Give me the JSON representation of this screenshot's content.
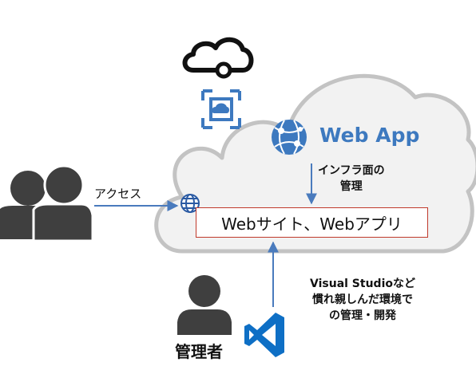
{
  "labels": {
    "access": "アクセス",
    "web_app": "Web App",
    "infra_line1": "インフラ面の",
    "infra_line2": "管理",
    "site_box": "Webサイト、Webアプリ",
    "vs_line1": "Visual Studioなど",
    "vs_line2": "慣れ親しんだ環境で",
    "vs_line3": "の管理・開発",
    "admin": "管理者"
  },
  "icons": {
    "users": "users-group-icon",
    "cloud_logo": "azure-cloud-icon",
    "service_logo": "azure-service-icon",
    "web_app_logo": "web-app-globe-icon",
    "globe": "globe-icon",
    "admin": "admin-person-icon",
    "visual_studio": "visual-studio-icon"
  },
  "colors": {
    "cloud_fill": "#f2f2f2",
    "cloud_stroke": "#c3c3c3",
    "arrow": "#4a7bbd",
    "azure_blue": "#3d79bf",
    "box_border": "#c0392b",
    "person_fill": "#3f3f3f"
  }
}
